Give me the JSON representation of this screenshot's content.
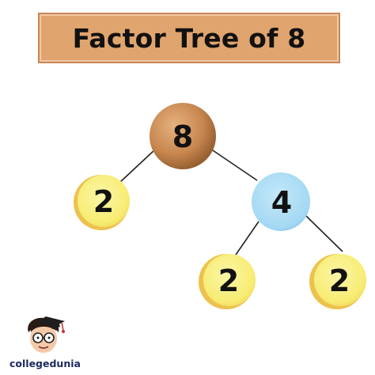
{
  "title": "Factor Tree of 8",
  "nodes": [
    {
      "id": "root",
      "label": "8",
      "color": "#c8874f"
    },
    {
      "id": "left-2",
      "label": "2",
      "color": "#f9ef7a"
    },
    {
      "id": "right-4",
      "label": "4",
      "color": "#a9dcf5"
    },
    {
      "id": "leaf-2a",
      "label": "2",
      "color": "#f9ef7a"
    },
    {
      "id": "leaf-2b",
      "label": "2",
      "color": "#f9ef7a"
    }
  ],
  "edges": [
    {
      "from": "root",
      "to": "left-2"
    },
    {
      "from": "root",
      "to": "right-4"
    },
    {
      "from": "right-4",
      "to": "leaf-2a"
    },
    {
      "from": "right-4",
      "to": "leaf-2b"
    }
  ],
  "logo": {
    "text": "collegedunia"
  },
  "colors": {
    "title_bg": "#e0a46e",
    "title_border": "#c98552"
  }
}
